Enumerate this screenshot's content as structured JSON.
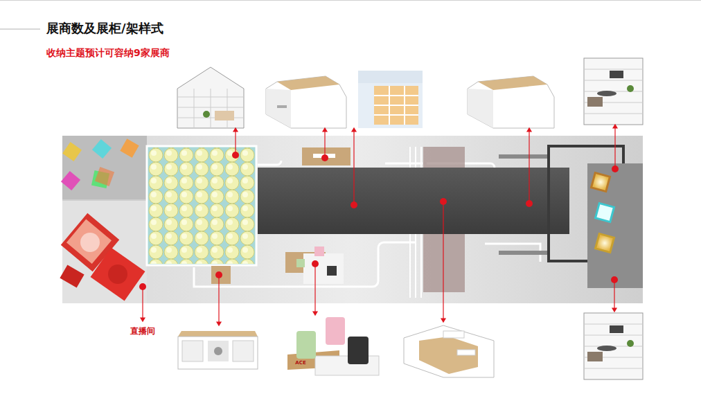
{
  "diagram": {
    "title": "展商数及展柜/架样式",
    "labels": [
      "收纳主题预计可容纳9家展商",
      "直播间",
      "ACE"
    ]
  }
}
